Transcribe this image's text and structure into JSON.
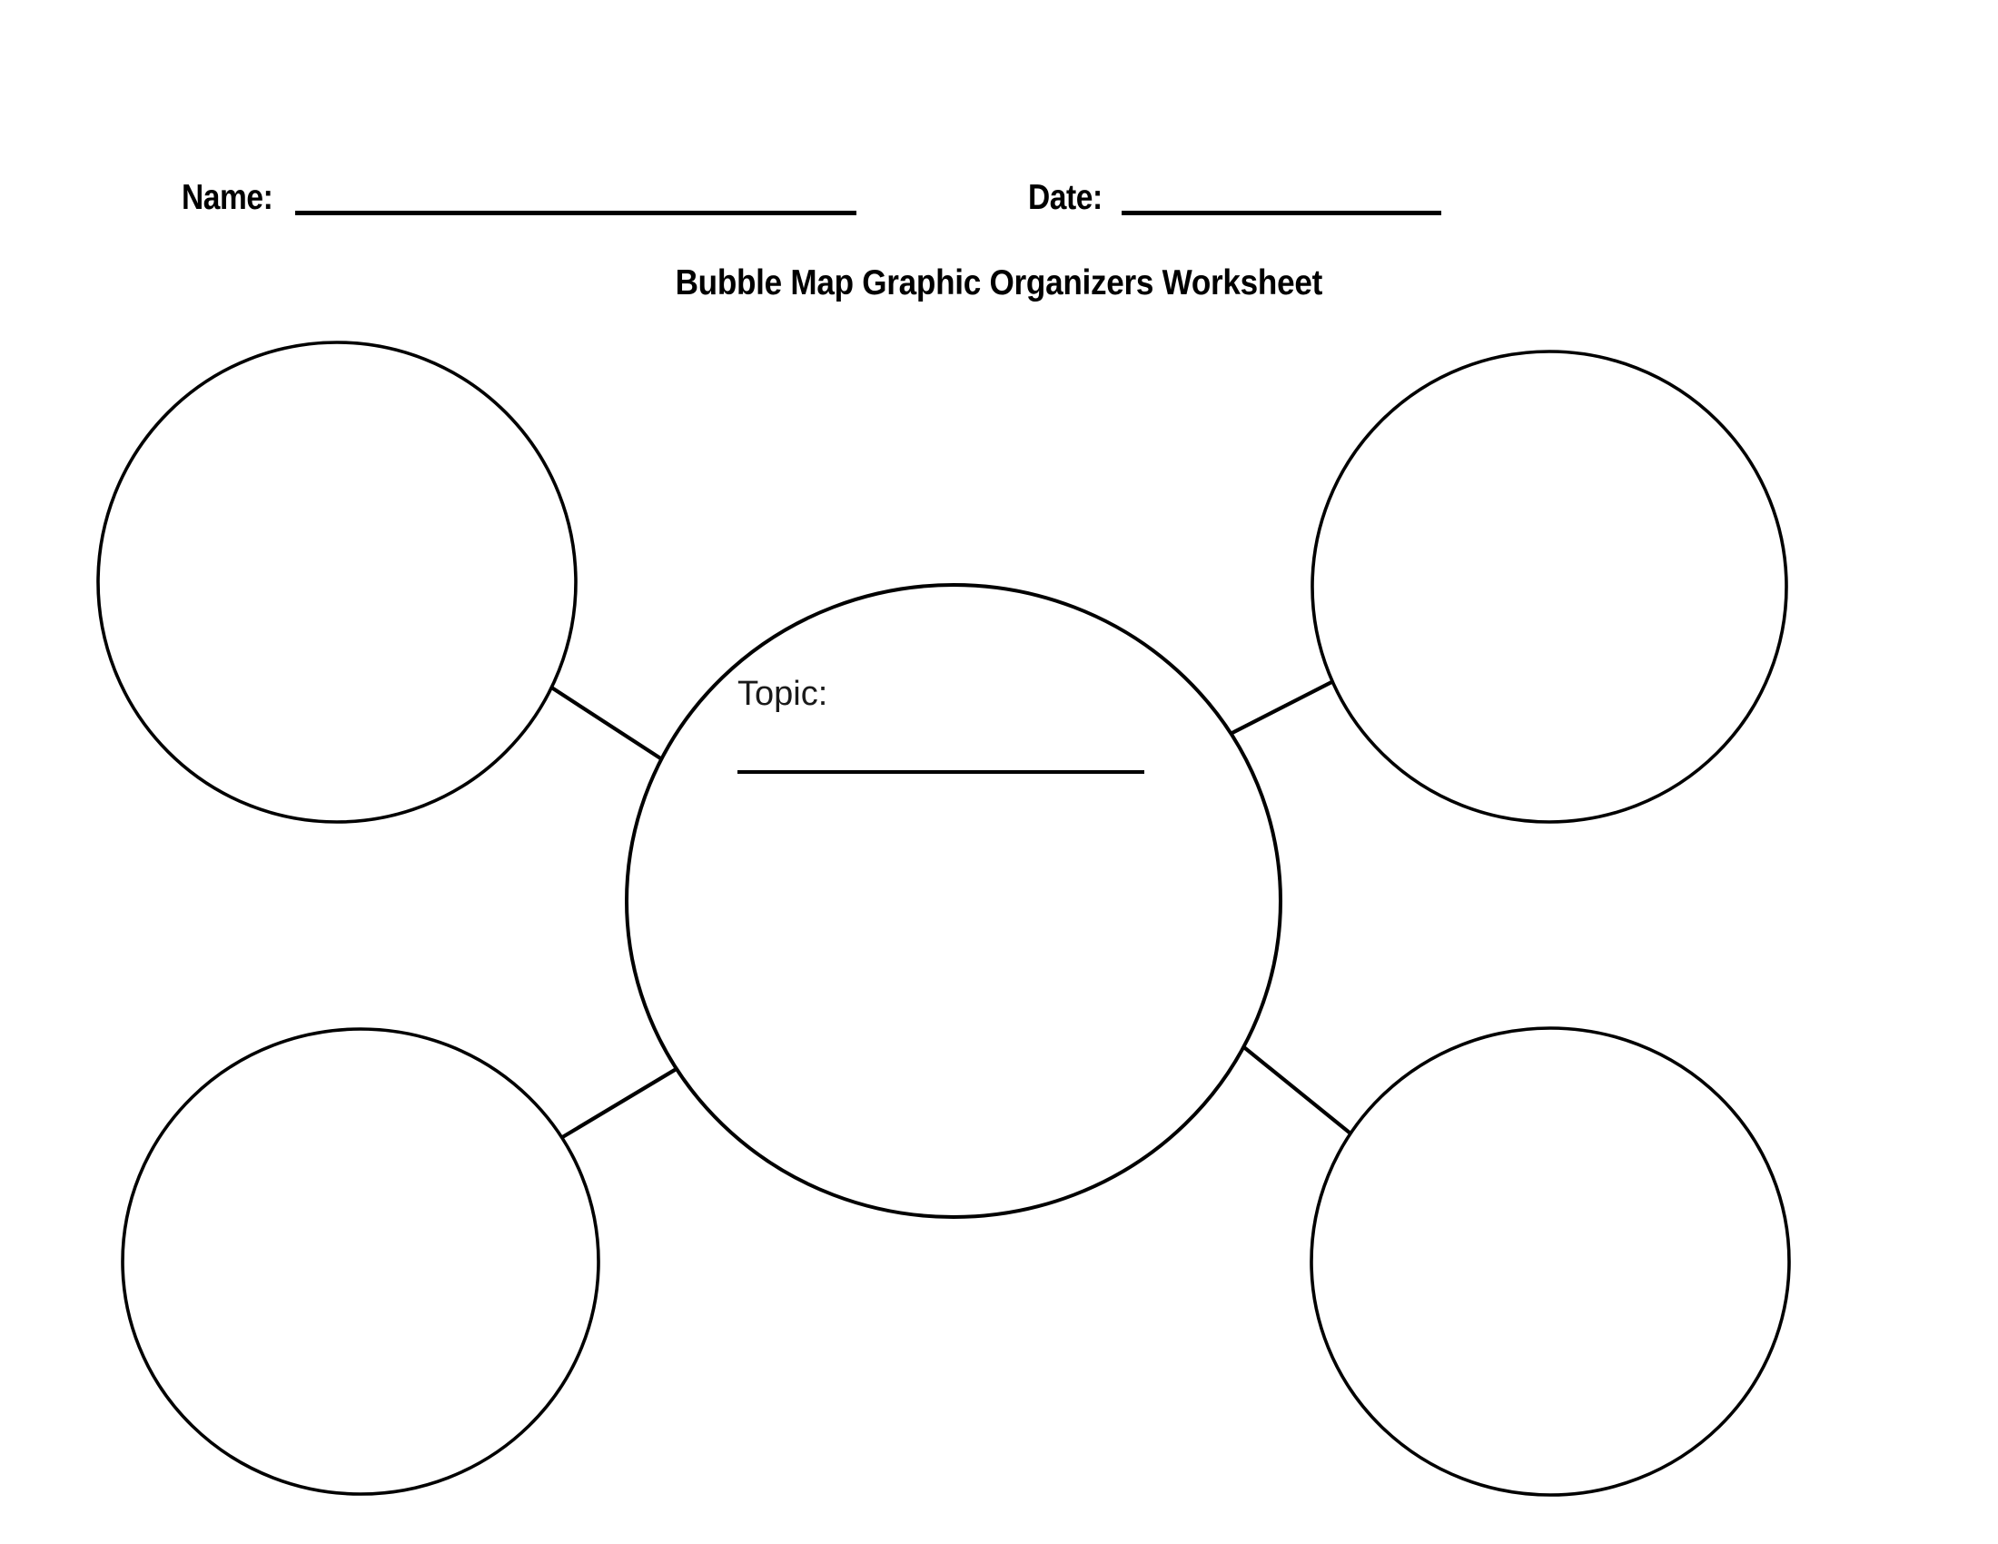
{
  "document": {
    "title": "Bubble Map Graphic Organizers Worksheet",
    "page_background": "#ffffff",
    "ink_color": "#000000"
  },
  "header": {
    "fields": [
      {
        "label": "Name:",
        "value": "",
        "rule_width": 618
      },
      {
        "label": "Date:",
        "value": "",
        "rule_width": 352
      }
    ]
  },
  "organizer": {
    "type": "bubble-map",
    "center_bubble": {
      "label": "Topic:",
      "value": "",
      "has_write_line": true
    },
    "outer_bubbles": [
      {
        "position": "top-left",
        "value": ""
      },
      {
        "position": "top-right",
        "value": ""
      },
      {
        "position": "bottom-left",
        "value": ""
      },
      {
        "position": "bottom-right",
        "value": ""
      }
    ],
    "connector_count": 4
  }
}
